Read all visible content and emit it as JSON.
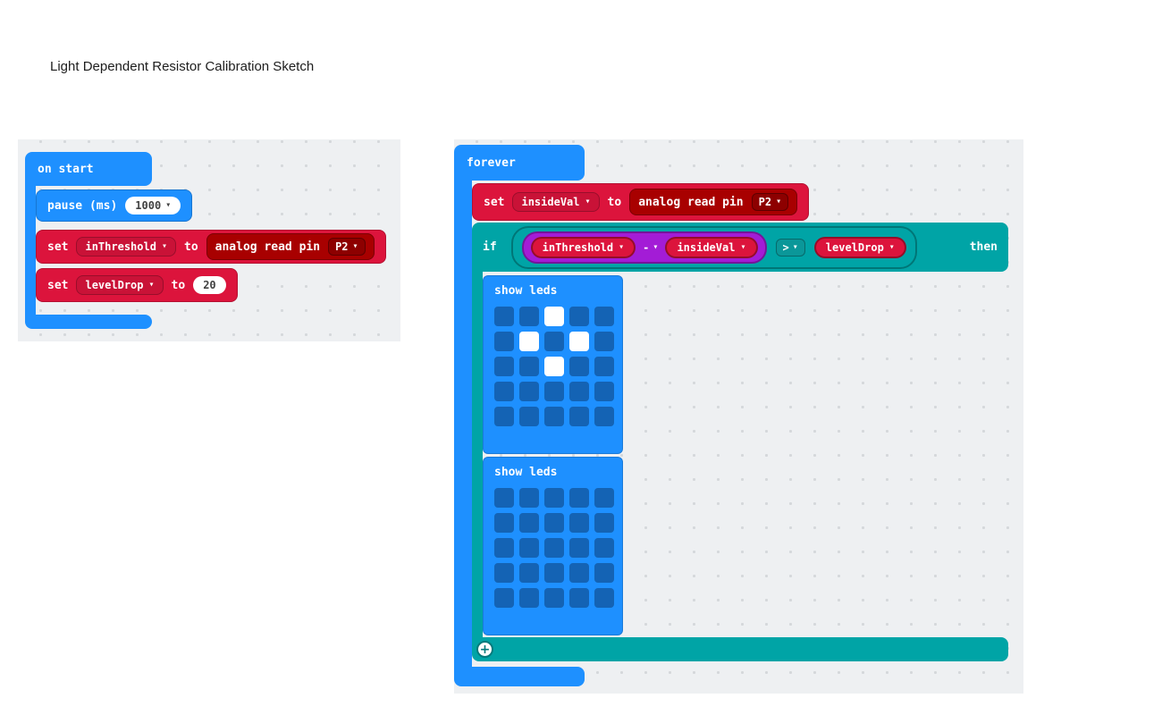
{
  "title": "Light Dependent Resistor Calibration Sketch",
  "icons": {
    "dropdown_arrow": "▾",
    "plus": "+"
  },
  "on_start": {
    "label": "on start",
    "pause": {
      "label": "pause (ms)",
      "value": "1000"
    },
    "set_threshold": {
      "set": "set",
      "variable": "inThreshold",
      "to": "to",
      "reader": {
        "label": "analog read pin",
        "pin": "P2"
      }
    },
    "set_leveldrop": {
      "set": "set",
      "variable": "levelDrop",
      "to": "to",
      "value": "20"
    }
  },
  "forever": {
    "label": "forever",
    "set_insideval": {
      "set": "set",
      "variable": "insideVal",
      "to": "to",
      "reader": {
        "label": "analog read pin",
        "pin": "P2"
      }
    },
    "if_block": {
      "if": "if",
      "then": "then",
      "minuend": "inThreshold",
      "math_operator": "-",
      "subtrahend": "insideVal",
      "comparator": ">",
      "compare_to": "levelDrop"
    },
    "show_leds_on": {
      "label": "show leds",
      "grid": [
        [
          0,
          0,
          1,
          0,
          0
        ],
        [
          0,
          1,
          0,
          1,
          0
        ],
        [
          0,
          0,
          1,
          0,
          0
        ],
        [
          0,
          0,
          0,
          0,
          0
        ],
        [
          0,
          0,
          0,
          0,
          0
        ]
      ]
    },
    "show_leds_off": {
      "label": "show leds",
      "grid": [
        [
          0,
          0,
          0,
          0,
          0
        ],
        [
          0,
          0,
          0,
          0,
          0
        ],
        [
          0,
          0,
          0,
          0,
          0
        ],
        [
          0,
          0,
          0,
          0,
          0
        ],
        [
          0,
          0,
          0,
          0,
          0
        ]
      ]
    }
  },
  "colors": {
    "basic_blue": "#1E90FF",
    "variables_crimson": "#DC143C",
    "pins_dark_red": "#A80000",
    "logic_teal": "#00A4A6",
    "math_purple": "#A31CD6",
    "led_unlit": "#1463B4",
    "led_lit": "#FFFFFF",
    "workspace_bg": "#EEF0F2"
  }
}
